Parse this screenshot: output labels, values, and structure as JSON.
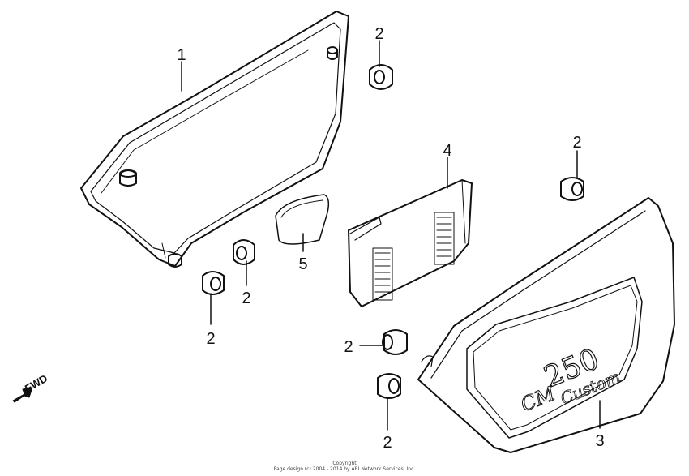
{
  "callouts": {
    "left_side_cover": "1",
    "grommet": "2",
    "right_side_cover": "3",
    "fuse_box_cover": "4",
    "pad": "5"
  },
  "direction": {
    "fwd": "FWD"
  },
  "emblem": {
    "model": "CM",
    "number": "250",
    "script": "Custom"
  },
  "footer": {
    "line1": "Copyright",
    "line2": "Page design (c) 2004 - 2014 by ARI Network Services, Inc."
  }
}
